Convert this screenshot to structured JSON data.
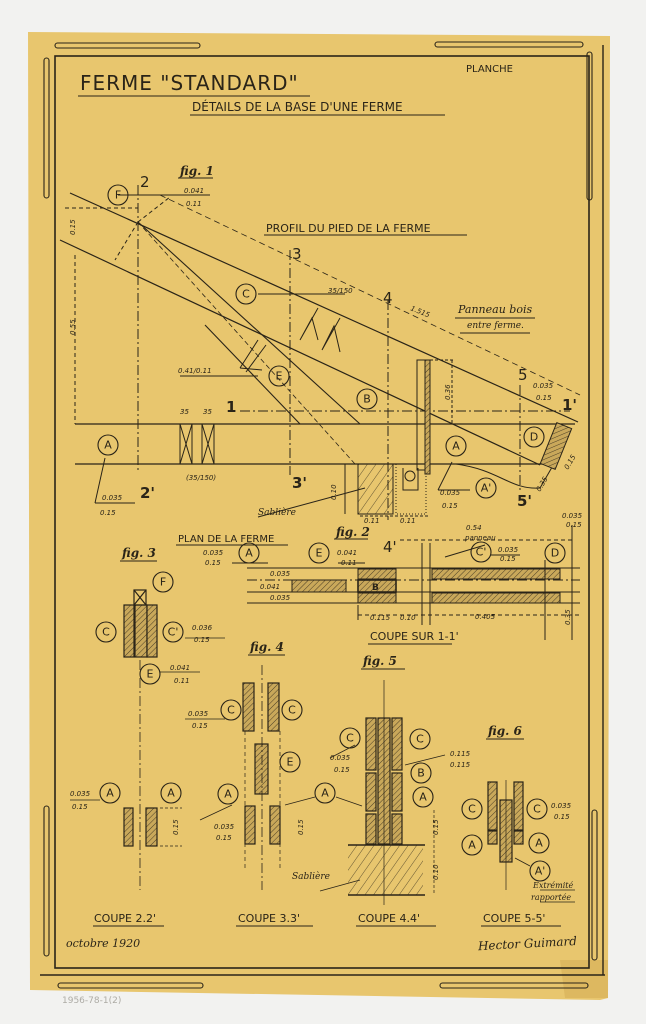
{
  "sheet": {
    "title": "FERME \"STANDARD\"",
    "subtitle": "DÉTAILS DE LA BASE D'UNE FERME",
    "planche_label": "PLANCHE",
    "date": "octobre 1920",
    "signature": "Hector Guimard",
    "catalog_number": "1956-78-1(2)"
  },
  "fig1": {
    "label": "fig. 1",
    "title": "PROFIL DU PIED DE LA FERME",
    "section_marks": [
      "2",
      "2'",
      "3",
      "3'",
      "4",
      "4'",
      "5",
      "5'",
      "1",
      "1'"
    ],
    "dims": {
      "f_top": "0.041",
      "f_bot": "0.11",
      "v015": "0.15",
      "v055": "0.55",
      "c_size": "35/150",
      "slope": "1.515",
      "e_size": "0.41/0.11",
      "a_top": "0.035",
      "a_bot": "0.15",
      "a2_top": "0.035",
      "a2_bot": "0.15",
      "bracing_1": "35",
      "bracing_2": "35",
      "bracing_size": "(35/150)",
      "h036": "0.36",
      "h010": "0.10",
      "d_top": "0.035",
      "d_bot": "0.15",
      "w011a": "0.11",
      "w011b": "0.11",
      "d015": "0.15",
      "d035": "0.35"
    },
    "panel_note_1": "Panneau bois",
    "panel_note_2": "entre ferme.",
    "sabliere": "Sablière"
  },
  "fig2": {
    "label": "fig. 2",
    "title": "PLAN DE LA FERME",
    "dims": {
      "a_top": "0.035",
      "a_bot": "0.15",
      "e_top": "0.041",
      "e_bot": "0.11",
      "c_top": "0.035",
      "c_bot": "0.15",
      "panel_w": "0.54",
      "panel_note": "panneau",
      "d015": "0.15",
      "d035": "0.035",
      "r1": "0.035",
      "r2": "0.041",
      "r3": "0.035",
      "w115": "0.115",
      "w10": "0.10",
      "w405": "0.405",
      "v035": "0.35"
    },
    "coupe": "COUPE SUR 1-1'"
  },
  "fig3": {
    "label": "fig. 3",
    "c_top": "0.036",
    "c_bot": "0.15",
    "e_top": "0.041",
    "e_bot": "0.11"
  },
  "fig4": {
    "label": "fig. 4",
    "c_top": "0.035",
    "c_bot": "0.15",
    "a_top": "0.035",
    "a_bot": "0.15",
    "h": "0.15"
  },
  "fig5": {
    "label": "fig. 5",
    "c_top": "0.035",
    "c_bot": "0.15",
    "b_top": "0.115",
    "b_bot": "0.115",
    "h1": "0.15",
    "h2": "0.10",
    "sabliere": "Sablière"
  },
  "fig6": {
    "label": "fig. 6",
    "c_top": "0.035",
    "c_bot": "0.15",
    "note_1": "Extrémité",
    "note_2": "rapportée"
  },
  "coupe22": {
    "a_top": "0.035",
    "a_bot": "0.15",
    "h": "0.15"
  },
  "coupes": [
    "COUPE 2.2'",
    "COUPE 3.3'",
    "COUPE 4.4'",
    "COUPE 5-5'"
  ],
  "callouts": [
    "A",
    "B",
    "C",
    "D",
    "E",
    "F",
    "A'",
    "C'",
    "O"
  ],
  "colors": {
    "paper": "#e8c66e",
    "ink": "#2a2418",
    "background": "#f2f2f0"
  }
}
